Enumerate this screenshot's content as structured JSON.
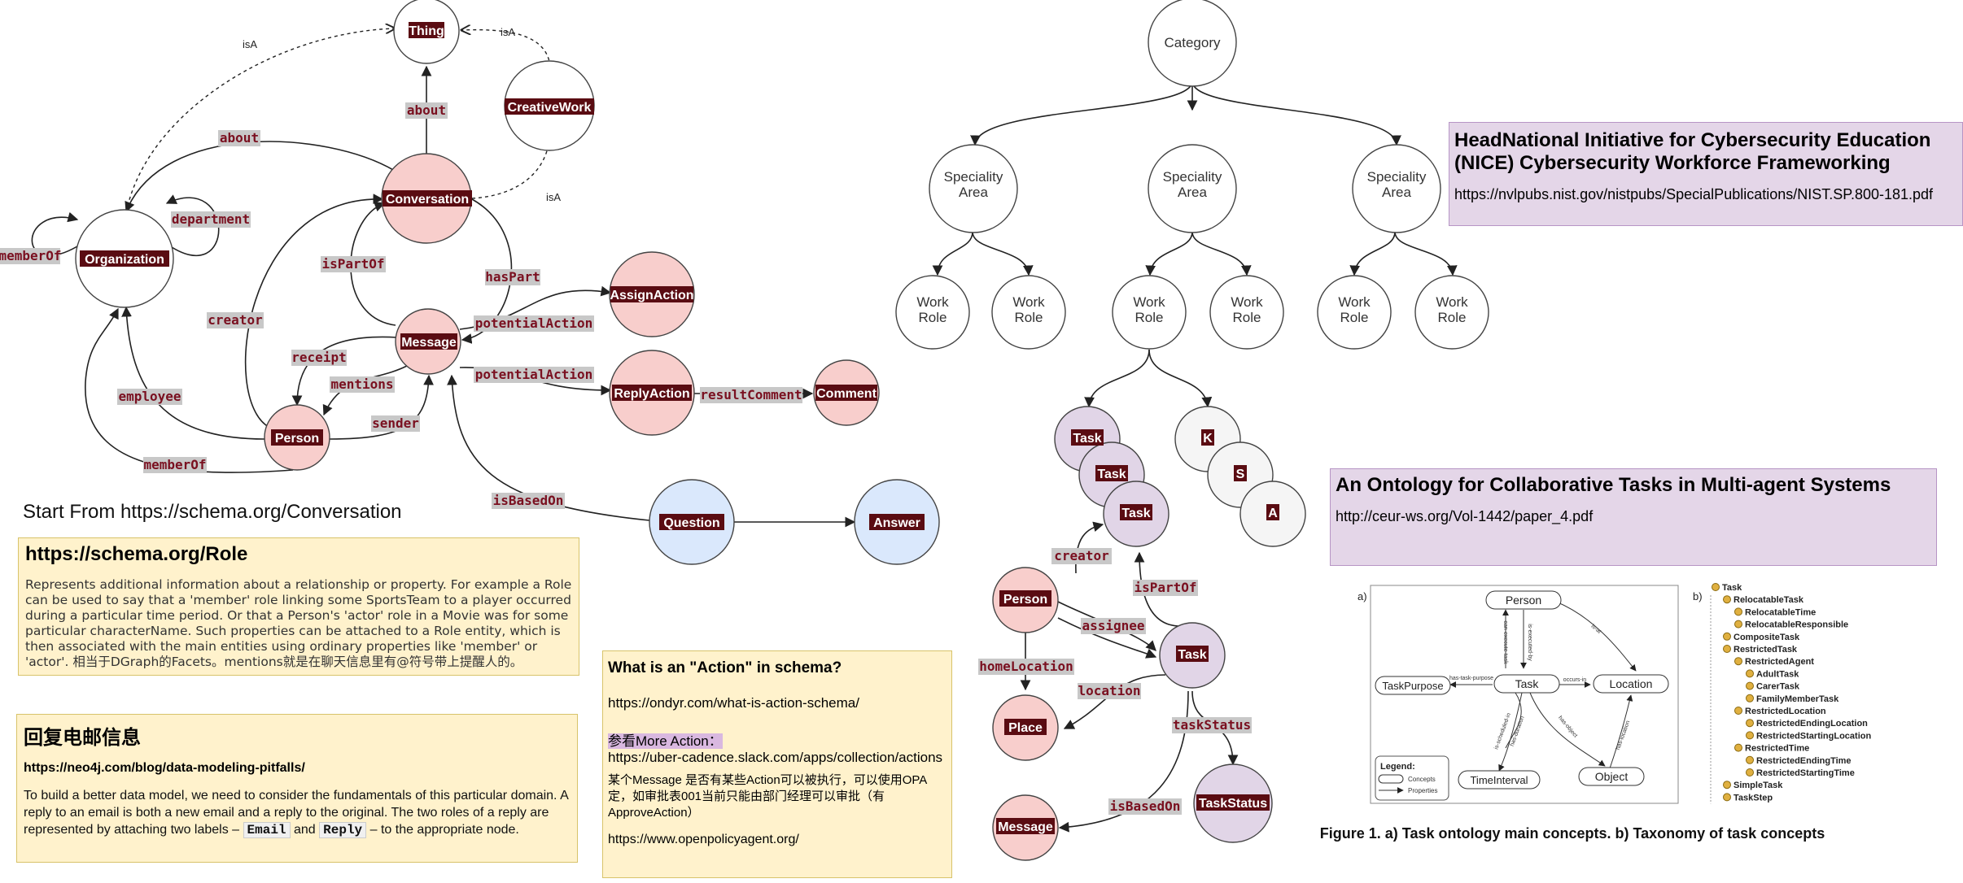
{
  "start_label": "Start From https://schema.org/Conversation",
  "schema_graph": {
    "nodes": {
      "thing": "Thing",
      "creative_work": "CreativeWork",
      "conversation": "Conversation",
      "organization": "Organization",
      "message": "Message",
      "assign_action": "AssignAction",
      "reply_action": "ReplyAction",
      "comment": "Comment",
      "person": "Person",
      "question": "Question",
      "answer": "Answer"
    },
    "edges": {
      "isa_left": "isA",
      "isa_right": "isA",
      "isa_conv": "isA",
      "about_top": "about",
      "about_left": "about",
      "member_of_left": "memberOf",
      "department": "department",
      "is_part_of": "isPartOf",
      "has_part": "hasPart",
      "creator": "creator",
      "receipt": "receipt",
      "mentions": "mentions",
      "potential_action_1": "potentialAction",
      "potential_action_2": "potentialAction",
      "result_comment": "resultComment",
      "employee": "employee",
      "sender": "sender",
      "member_of_bottom": "memberOf",
      "is_based_on": "isBasedOn"
    }
  },
  "nice_tree": {
    "root": "Category",
    "specialty": [
      "Speciality Area",
      "Speciality Area",
      "Speciality Area"
    ],
    "work_role": [
      "Work Role",
      "Work Role",
      "Work Role",
      "Work Role",
      "Work Role",
      "Work Role"
    ],
    "ksa": [
      "K",
      "S",
      "A"
    ],
    "tasks": [
      "Task",
      "Task",
      "Task"
    ],
    "person": "Person",
    "task": "Task",
    "place": "Place",
    "message": "Message",
    "task_status": "TaskStatus",
    "edges": {
      "creator": "creator",
      "is_part_of": "isPartOf",
      "assignee": "assignee",
      "home_location": "homeLocation",
      "location": "location",
      "task_status": "taskStatus",
      "is_based_on": "isBasedOn"
    }
  },
  "role_note": {
    "title": "https://schema.org/Role",
    "body": "Represents additional information about a relationship or property. For example a Role can be used to say that a 'member' role linking some SportsTeam to a player occurred during a particular time period. Or that a Person's 'actor' role in a Movie was for some particular characterName. Such properties can be attached to a Role entity, which is then associated with the main entities using ordinary properties like 'member' or 'actor'. 相当于DGraph的Facets。mentions就是在聊天信息里有@符号带上提醒人的。"
  },
  "reply_note": {
    "title": "回复电邮信息",
    "link": "https://neo4j.com/blog/data-modeling-pitfalls/",
    "body_1": "To build a better data model, we need to consider the fundamentals of this particular domain. A reply to an email is both a new email and a reply to the original. The two roles of a reply are represented by attaching two labels –",
    "tag_email": "Email",
    "and_word": "and",
    "tag_reply": "Reply",
    "body_2": "– to the appropriate node."
  },
  "action_note": {
    "title": "What is an \"Action\" in schema?",
    "link_1": "https://ondyr.com/what-is-action-schema/",
    "more_label": "参看More Action：",
    "link_2": "https://uber-cadence.slack.com/apps/collection/actions",
    "body_cn": "某个Message 是否有某些Action可以被执行，可以使用OPA定，如审批表001当前只能由部门经理可以审批（有ApproveAction）",
    "link_3": "https://www.openpolicyagent.org/"
  },
  "nice_note": {
    "title": "HeadNational Initiative for Cybersecurity Education (NICE) Cybersecurity Workforce Frameworking",
    "link": "https://nvlpubs.nist.gov/nistpubs/SpecialPublications/NIST.SP.800-181.pdf"
  },
  "ontology_note": {
    "title": "An Ontology for Collaborative Tasks in Multi-agent Systems",
    "link": "http://ceur-ws.org/Vol-1442/paper_4.pdf"
  },
  "figure": {
    "caption": "Figure 1. a) Task ontology main concepts. b) Taxonomy of task concepts",
    "panel_a": "a)",
    "panel_b": "b)",
    "concepts": [
      "Person",
      "Task",
      "Location",
      "TaskPurpose",
      "TimeInterval",
      "Object"
    ],
    "relations": [
      "can-execute-task",
      "is-executed-by",
      "is-at",
      "occurs-in",
      "has-task-purpose",
      "is-scheduled-in",
      "has-duration",
      "has-object",
      "has-location"
    ],
    "legend_title": "Legend:",
    "legend_items": [
      "Concepts",
      "Properties"
    ],
    "taxonomy": [
      {
        "label": "Task",
        "level": 0
      },
      {
        "label": "RelocatableTask",
        "level": 1
      },
      {
        "label": "RelocatableTime",
        "level": 2
      },
      {
        "label": "RelocatableResponsible",
        "level": 2
      },
      {
        "label": "CompositeTask",
        "level": 1
      },
      {
        "label": "RestrictedTask",
        "level": 1
      },
      {
        "label": "RestrictedAgent",
        "level": 2
      },
      {
        "label": "AdultTask",
        "level": 3
      },
      {
        "label": "CarerTask",
        "level": 3
      },
      {
        "label": "FamilyMemberTask",
        "level": 3
      },
      {
        "label": "RestrictedLocation",
        "level": 2
      },
      {
        "label": "RestrictedEndingLocation",
        "level": 3
      },
      {
        "label": "RestrictedStartingLocation",
        "level": 3
      },
      {
        "label": "RestrictedTime",
        "level": 2
      },
      {
        "label": "RestrictedEndingTime",
        "level": 3
      },
      {
        "label": "RestrictedStartingTime",
        "level": 3
      },
      {
        "label": "SimpleTask",
        "level": 1
      },
      {
        "label": "TaskStep",
        "level": 1
      }
    ]
  },
  "colors": {
    "pink": "#f8cecc",
    "blue": "#dae8fc",
    "purple": "#e1d5e7",
    "grey": "#f5f5f5",
    "note_yellow": "#fff2cc",
    "label_dark": "#5a0c12"
  }
}
